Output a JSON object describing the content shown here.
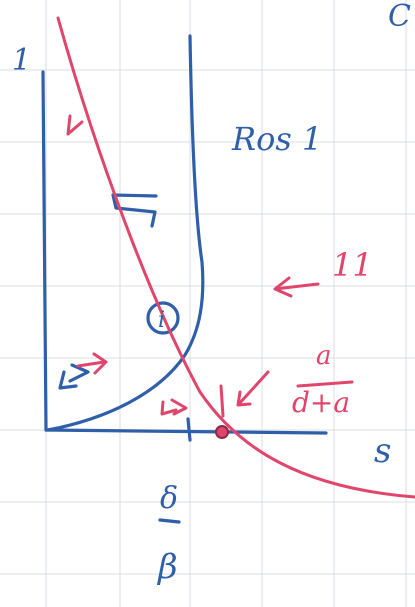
{
  "colors": {
    "paper": "#ffffff",
    "grid": "#d9dde3",
    "blue_ink": "#2f5fa8",
    "red_ink": "#e0466b"
  },
  "labels": {
    "corner": "C",
    "y_top": "1",
    "title": "Ros 1",
    "red_curve": "11",
    "region": "i",
    "red_fraction_numerator": "a",
    "red_fraction_denominator": "d+a",
    "x_axis": "s",
    "blue_fraction_numerator": "δ",
    "blue_fraction_denominator": "β"
  }
}
